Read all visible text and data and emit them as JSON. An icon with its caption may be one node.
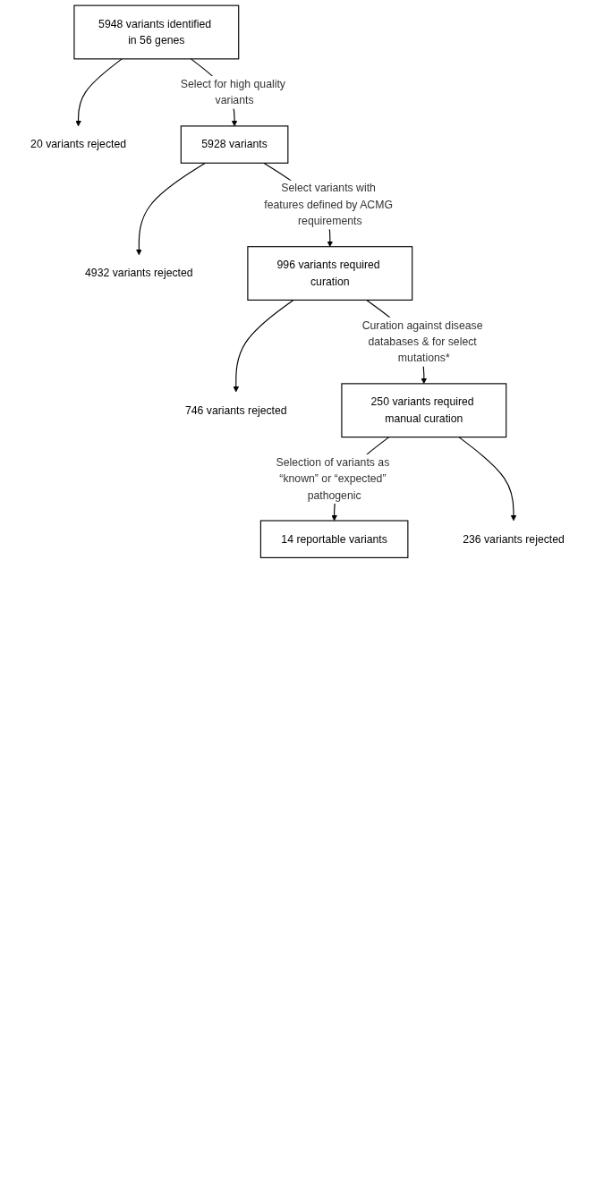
{
  "diagram": {
    "nodes": [
      {
        "text": [
          "5948 variants identified in 56 genes"
        ]
      },
      {
        "text": [
          "20 variants rejected"
        ]
      },
      {
        "text": [
          "5928 variants"
        ]
      },
      {
        "text": [
          "4932 variants rejected"
        ]
      },
      {
        "text": [
          "996 variants required curation"
        ]
      },
      {
        "text": [
          "746 variants rejected"
        ]
      },
      {
        "text": [
          "250 variants required manual curation"
        ]
      },
      {
        "text": [
          "236 variants rejected"
        ]
      },
      {
        "text": [
          "14 reportable variants"
        ]
      }
    ],
    "edges": [
      {
        "from": 0,
        "to": 2,
        "arrow": "to",
        "label": "Select for high quality variants"
      },
      {
        "from": 0,
        "to": 1,
        "arrow": "to"
      },
      {
        "from": 2,
        "to": 4,
        "arrow": "to",
        "label": "Select variants with features defined by ACMG requirements"
      },
      {
        "from": 2,
        "to": 3,
        "arrow": "to"
      },
      {
        "from": 4,
        "to": 6,
        "arrow": "to",
        "label": "Curation against disease databases & for select mutations*"
      },
      {
        "from": 4,
        "to": 5,
        "arrow": "to"
      },
      {
        "from": 6,
        "to": 8,
        "arrow": "to",
        "label": "Selection of variants as “known” or “expected” pathogenic"
      },
      {
        "from": 6,
        "to": 7,
        "arrow": "to"
      }
    ]
  }
}
